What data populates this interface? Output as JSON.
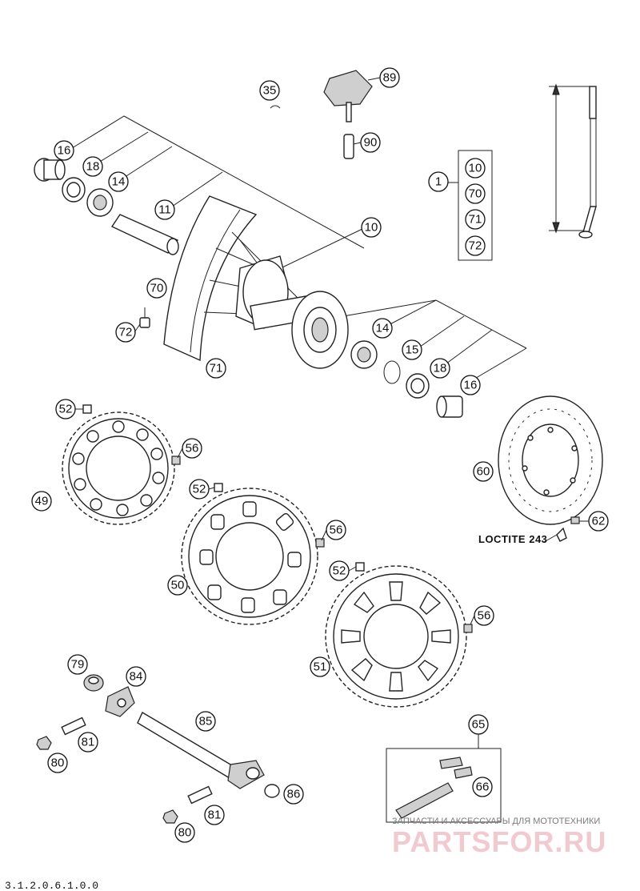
{
  "diagram": {
    "part_numbers": {
      "p35": "35",
      "p89": "89",
      "p90": "90",
      "p16a": "16",
      "p18a": "18",
      "p14a": "14",
      "p11": "11",
      "p10a": "10",
      "p70a": "70",
      "p72a": "72",
      "p71a": "71",
      "p14b": "14",
      "p15": "15",
      "p18b": "18",
      "p16b": "16",
      "p1": "1",
      "p10b": "10",
      "p70b": "70",
      "p71b": "71",
      "p72b": "72",
      "p52a": "52",
      "p56a": "56",
      "p49": "49",
      "p52b": "52",
      "p56b": "56",
      "p50": "50",
      "p52c": "52",
      "p56c": "56",
      "p51": "51",
      "p60": "60",
      "p62": "62",
      "p79": "79",
      "p84": "84",
      "p85": "85",
      "p81a": "81",
      "p80a": "80",
      "p81b": "81",
      "p80b": "80",
      "p86": "86",
      "p65": "65",
      "p66": "66"
    },
    "loctite_label": "LOCTITE 243",
    "watermark_small": "ЗАПЧАСТИ И АКСЕССУАРЫ ДЛЯ МОТОТЕХНИКИ",
    "watermark_big": "PARTSFOR.RU",
    "drawing_code": "3.1.2.0.6.1.0.0"
  }
}
